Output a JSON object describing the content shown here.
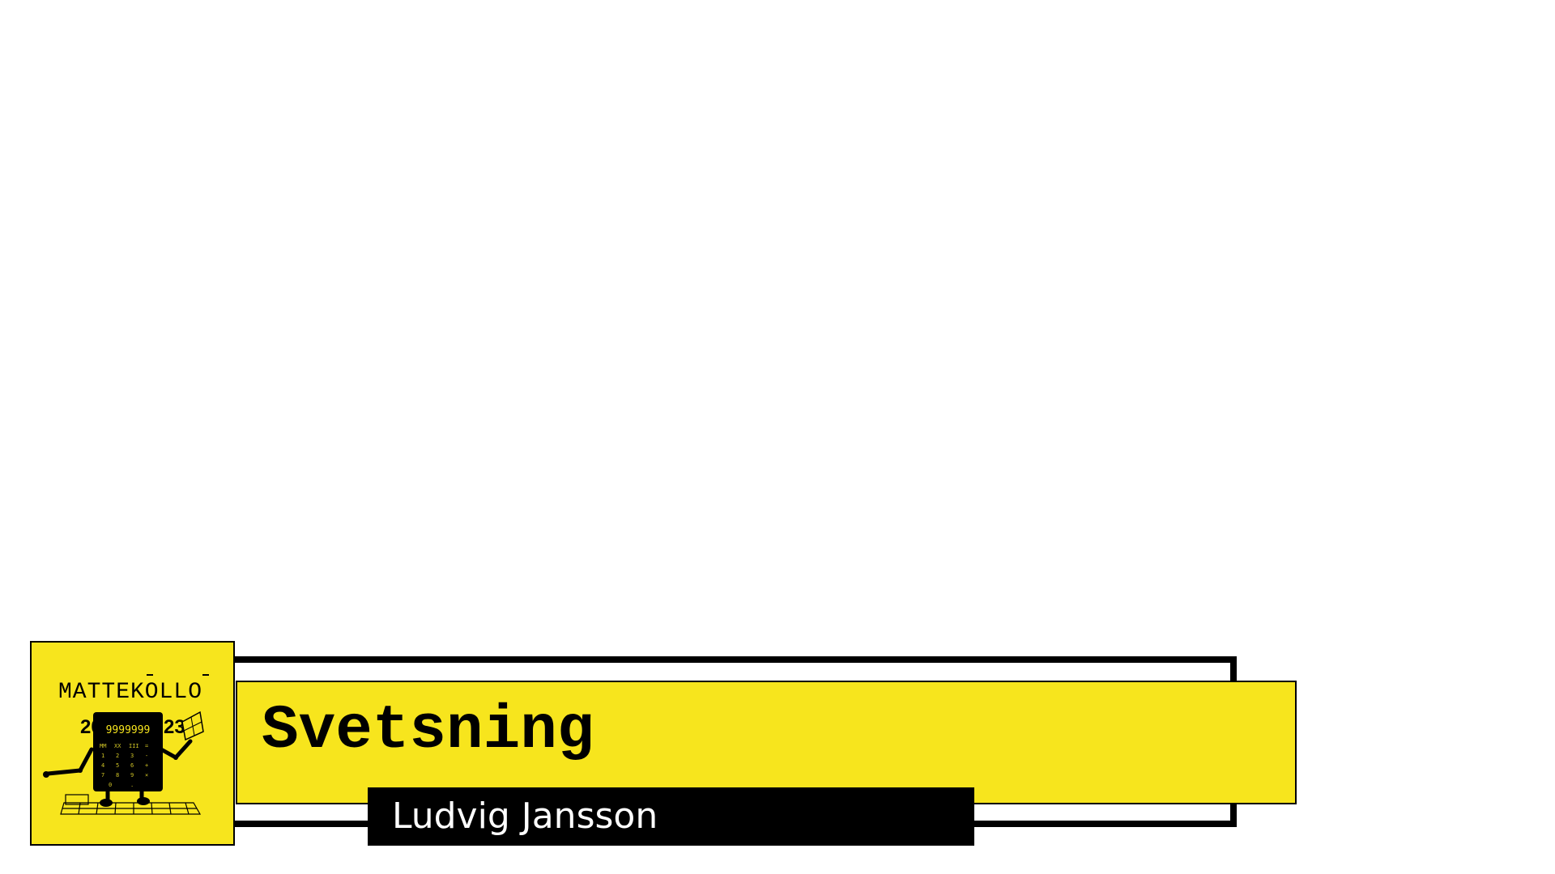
{
  "slide": {
    "title": "Svetsning",
    "presenter": "Ludvig Jansson"
  },
  "logo": {
    "wordmark": "MATTEKOLLO",
    "year_left": "20",
    "year_right": "23",
    "display": "9999999",
    "keys": [
      "MM",
      "XX",
      "III",
      "1",
      "2",
      "3",
      "4",
      "5",
      "6",
      "7",
      "8",
      "9",
      "0"
    ],
    "icon": "calculator-mascot-icon"
  },
  "colors": {
    "accent": "#f7e51d",
    "dark": "#000000",
    "background": "#ffffff",
    "name_text": "#ffffff"
  }
}
